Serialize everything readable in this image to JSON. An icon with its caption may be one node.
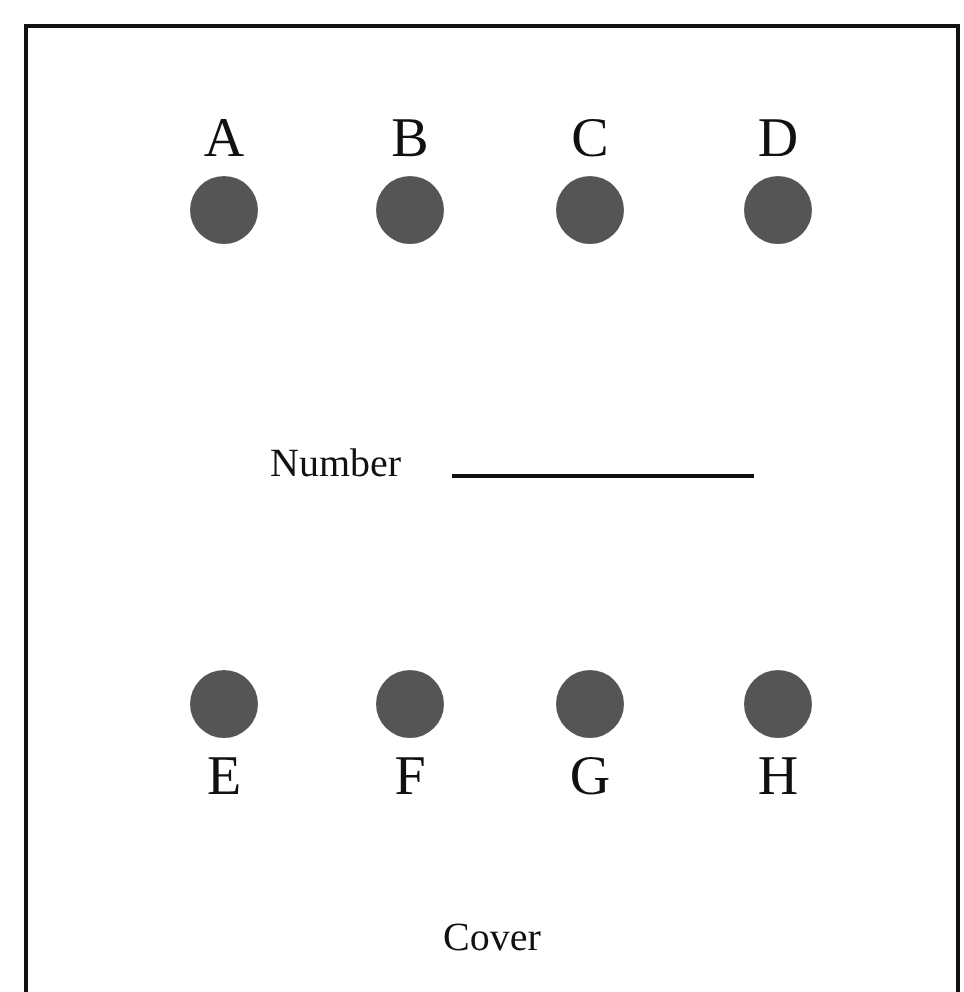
{
  "diagram": {
    "nodes": [
      {
        "text": [
          "Cover"
        ]
      },
      {
        "text": [
          "A"
        ],
        "in": 0
      },
      {
        "text": [
          "B"
        ],
        "in": 0
      },
      {
        "text": [
          "C"
        ],
        "in": 0
      },
      {
        "text": [
          "D"
        ],
        "in": 0
      },
      {
        "text": [
          "E"
        ],
        "in": 0
      },
      {
        "text": [
          "F"
        ],
        "in": 0
      },
      {
        "text": [
          "G"
        ],
        "in": 0
      },
      {
        "text": [
          "H"
        ],
        "in": 0
      }
    ],
    "labels": [
      "Number"
    ]
  }
}
